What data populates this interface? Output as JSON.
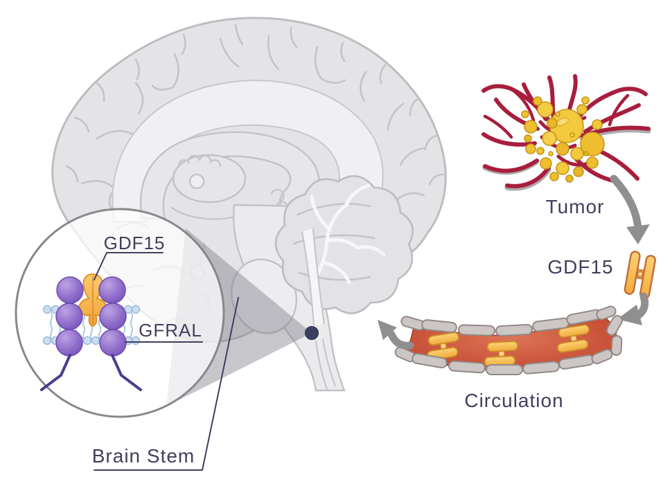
{
  "figure": {
    "type": "biology-pathway-diagram",
    "topic": "Tumor-derived GDF15 signaling to GFRAL in the brain stem",
    "labels": {
      "inset_ligand": "GDF15",
      "inset_receptor": "GFRAL",
      "brain_region": "Brain Stem",
      "source": "Tumor",
      "ligand": "GDF15",
      "transport": "Circulation"
    },
    "flow_sequence": [
      "Tumor",
      "GDF15",
      "Circulation",
      "Brain Stem"
    ],
    "inset": {
      "shows": "GDF15 ligand bound to GFRAL receptor dimer in cell membrane",
      "pointer_target": "brain-stem-dot"
    },
    "colors": {
      "label_text": "#413E5E",
      "brain_fill": "#E4E4E7",
      "brain_outline": "#BDBDC1",
      "magnifier_cone": "#8C8C96",
      "arrow_gray": "#8F8F8F",
      "tumor_vessel_red": "#A81E3C",
      "tumor_cell_gold": "#F2C53B",
      "ligand_orange": "#F5B33E",
      "receptor_purple": "#8A67C8",
      "membrane_blue": "#ADC9E4",
      "blood_lumen_red": "#C2462F",
      "vessel_wall_gray": "#CCC6C4",
      "brainstem_dot_navy": "#3C3F60"
    }
  }
}
